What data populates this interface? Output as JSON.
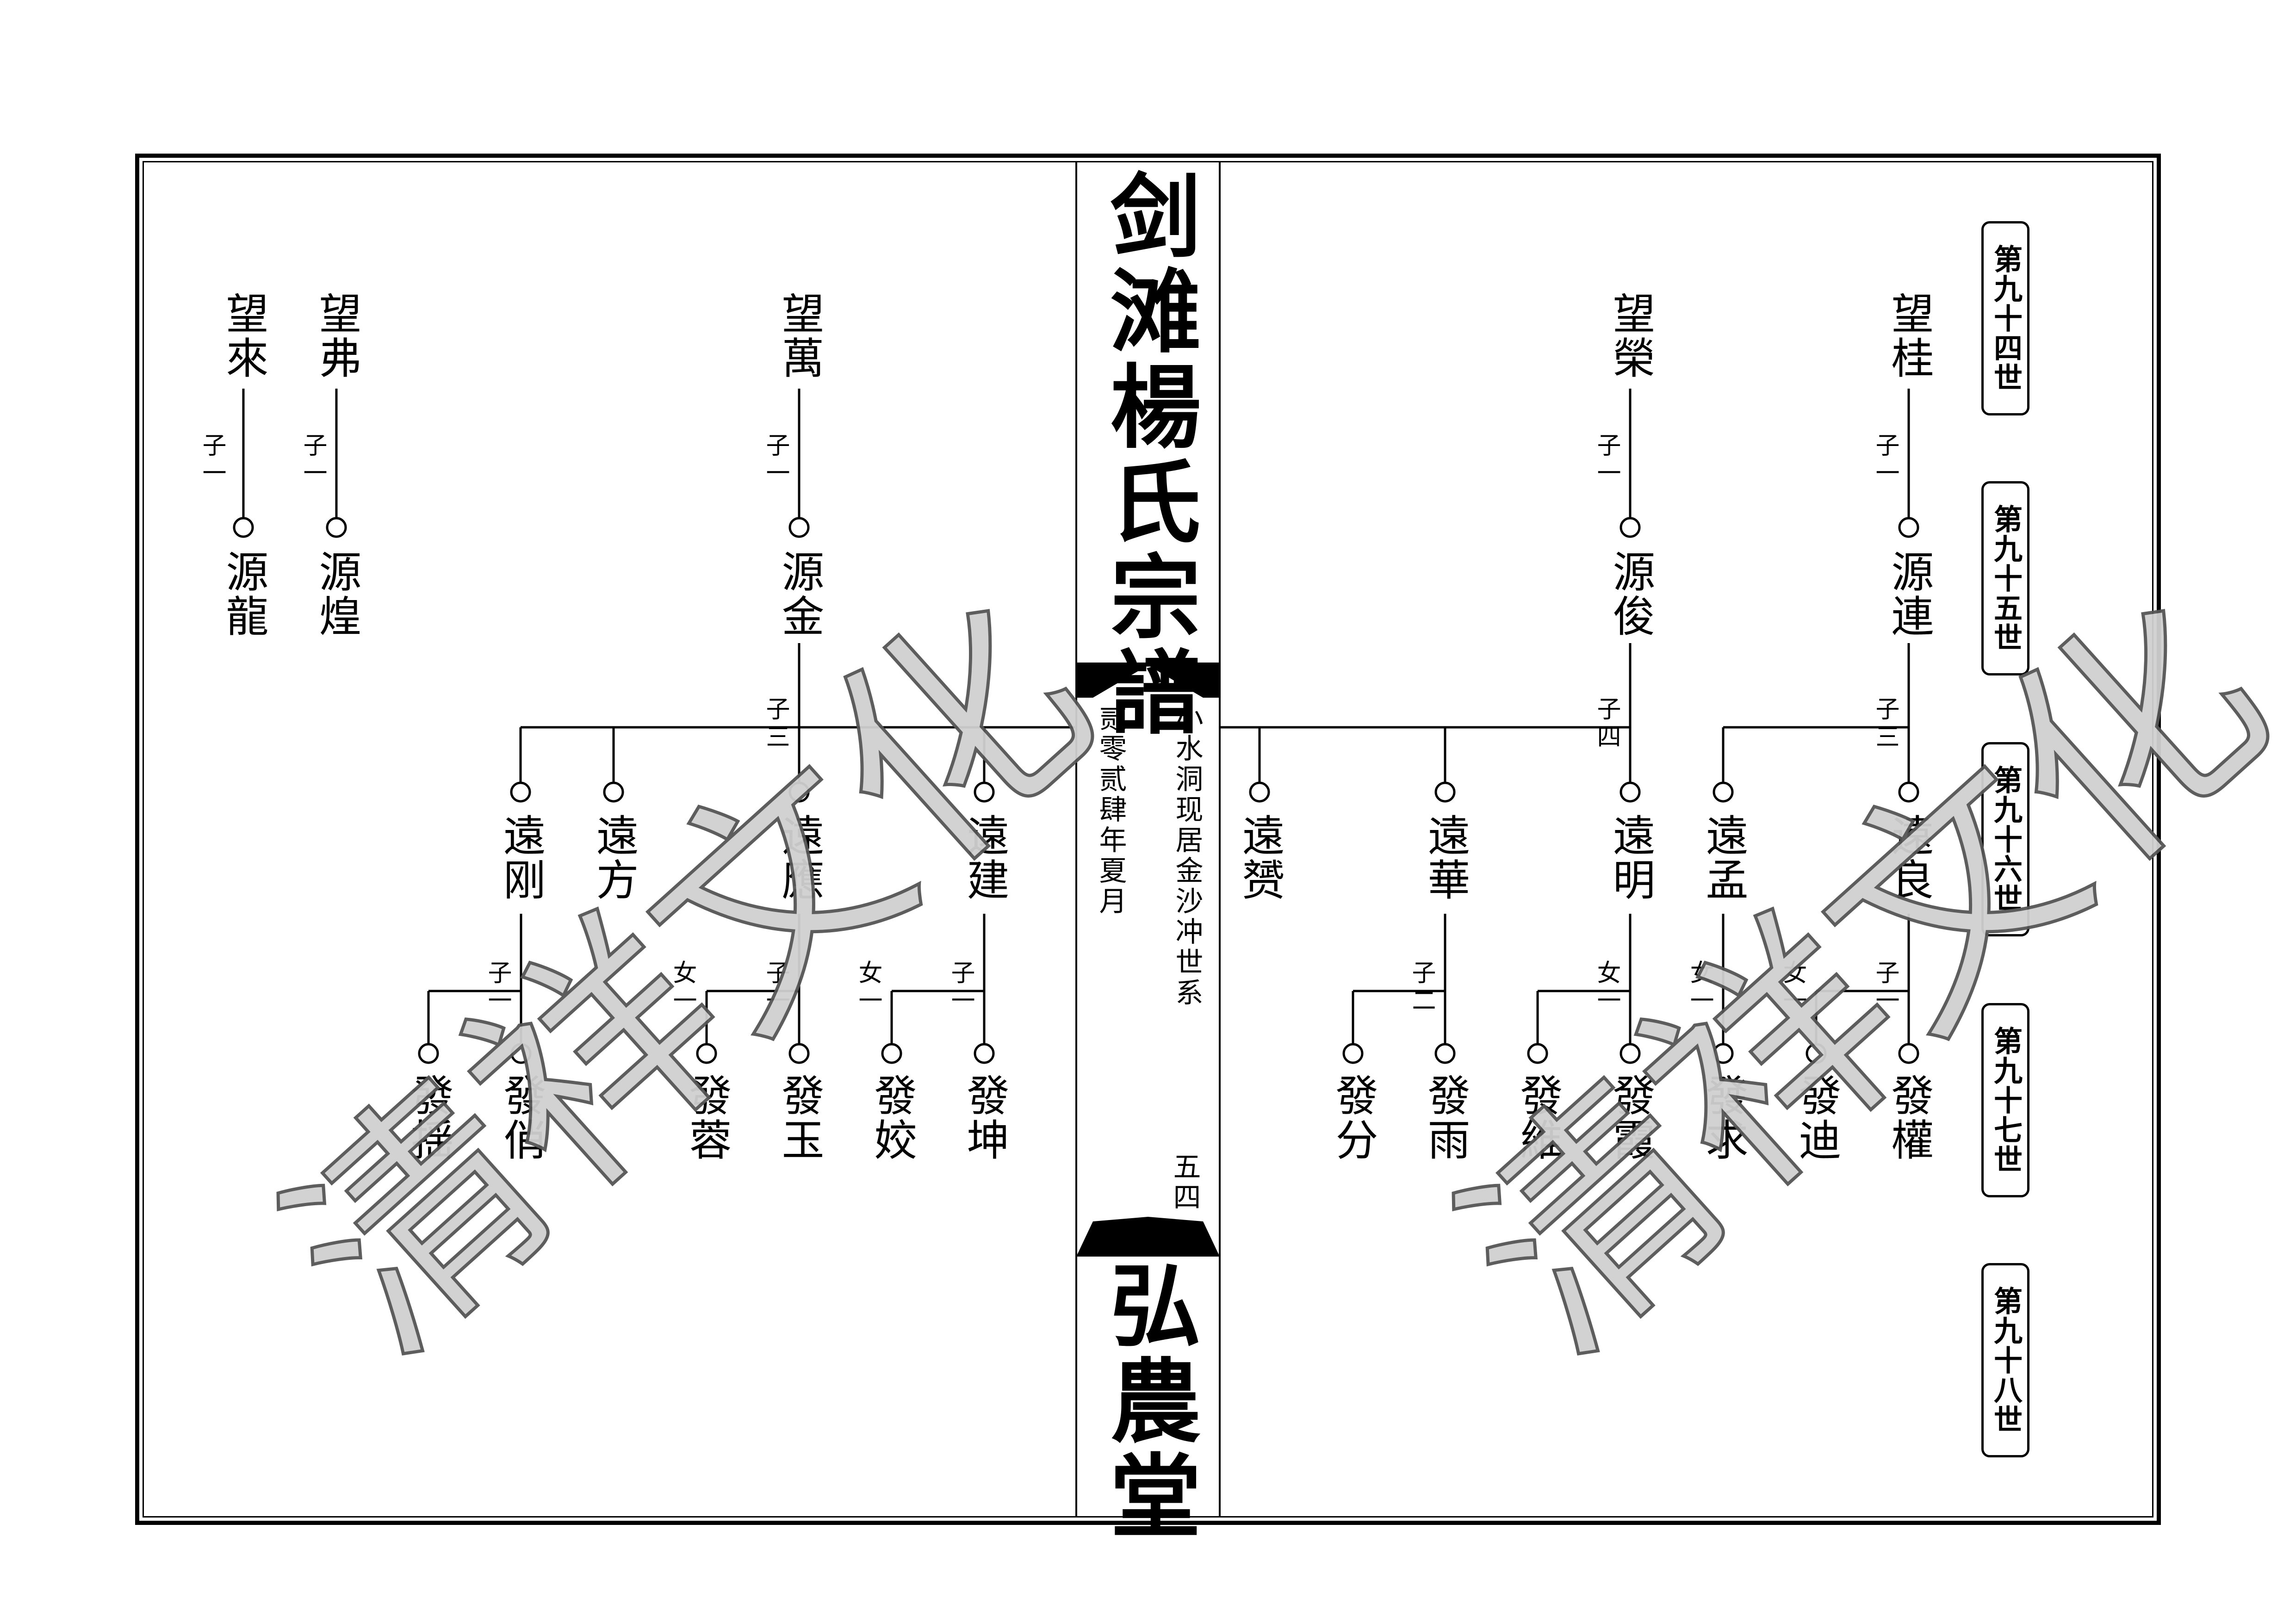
{
  "document": {
    "title": "剑滩楊氏宗譜",
    "hall": "弘農堂",
    "subtitle": "小水洞现居金沙冲世系",
    "date": "贰零贰肆年夏月",
    "page_no": "五四"
  },
  "generations": [
    "第九十四世",
    "第九十五世",
    "第九十六世",
    "第九十七世",
    "第九十八世"
  ],
  "watermark": "清祥文化",
  "left_page": {
    "g94": [
      "望來",
      "望弗",
      "望萬"
    ],
    "g94_labels": [
      "子一",
      "子一",
      "子一"
    ],
    "g95": [
      "源龍",
      "源煌",
      "源金"
    ],
    "g95_label": "子三",
    "g96": [
      "遠刚",
      "遠方",
      "遠應",
      "遠建"
    ],
    "g96_labels": [
      "子一",
      "女一",
      "子一",
      "女一",
      "子一"
    ],
    "g97": [
      "發揺",
      "發俏",
      "發蓉",
      "發玉",
      "發姣",
      "發坤"
    ]
  },
  "right_page": {
    "g94": [
      "望桂",
      "望榮"
    ],
    "g94_labels": [
      "子一",
      "子一"
    ],
    "g95": [
      "源連",
      "源俊"
    ],
    "g95_labels": [
      "子三",
      "子四"
    ],
    "g96": [
      "遠良",
      "遠孟",
      "遠明",
      "遠華",
      "遠赟"
    ],
    "g96_labels": [
      "子一",
      "女一",
      "女一",
      "女一",
      "子二"
    ],
    "g97": [
      "發權",
      "發迪",
      "發求",
      "發霞",
      "發維",
      "發雨",
      "發分"
    ]
  }
}
